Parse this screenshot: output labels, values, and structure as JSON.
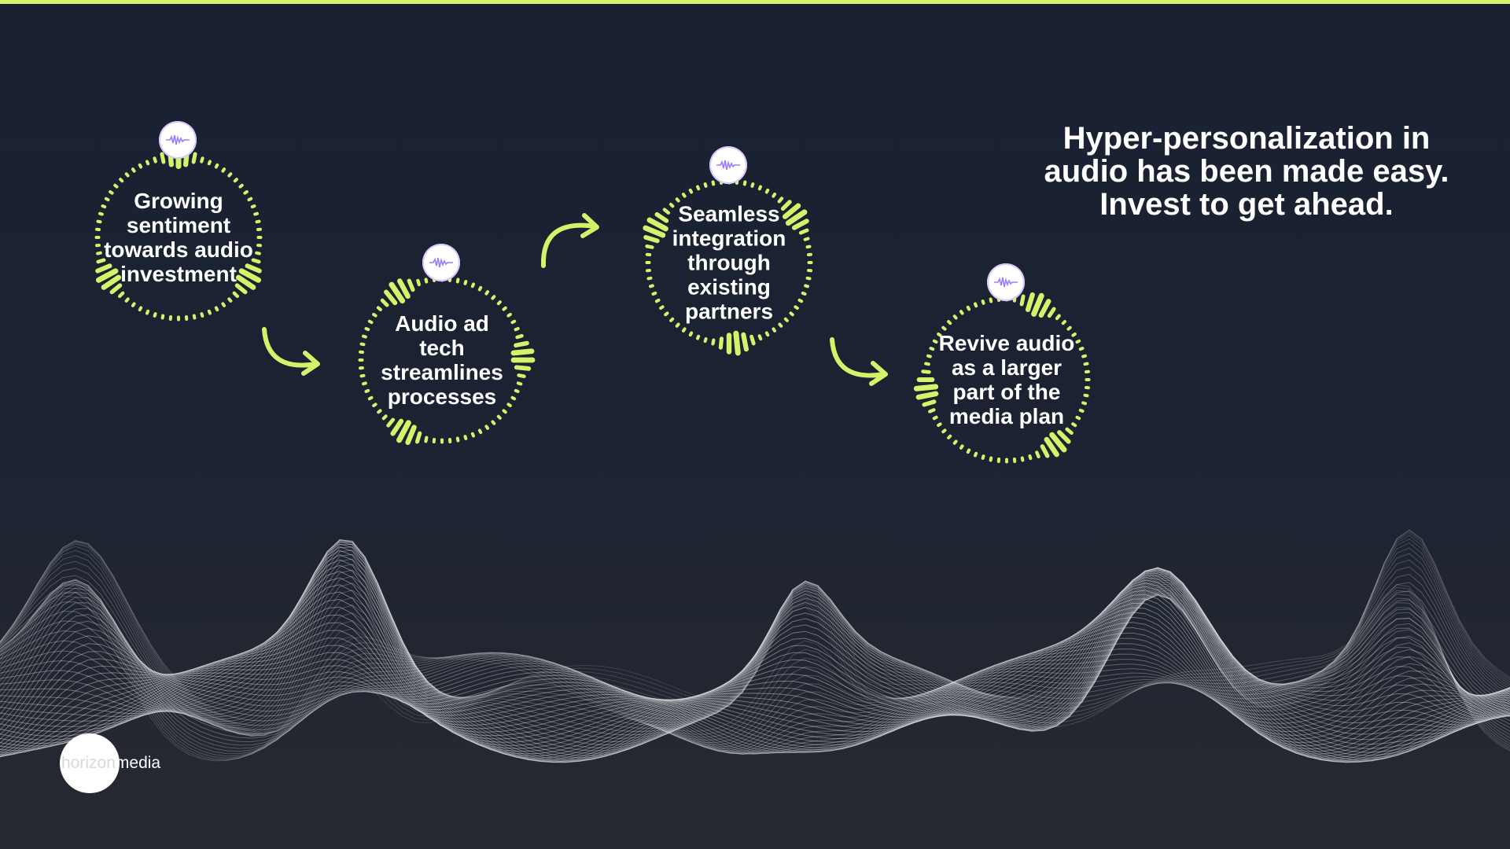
{
  "accent_color": "#d4f26a",
  "headline": {
    "line1": "Hyper-personalization in",
    "line2": "audio has been made easy.",
    "line3": "Invest to get ahead."
  },
  "steps": [
    {
      "lines": [
        "Growing",
        "sentiment",
        "towards audio",
        "investment"
      ],
      "icon": "sound-wave-icon"
    },
    {
      "lines": [
        "Audio ad",
        "tech",
        "streamlines",
        "processes"
      ],
      "icon": "sound-wave-icon"
    },
    {
      "lines": [
        "Seamless",
        "integration",
        "through",
        "existing",
        "partners"
      ],
      "icon": "sound-wave-icon"
    },
    {
      "lines": [
        "Revive audio",
        "as a larger",
        "part of the",
        "media plan"
      ],
      "icon": "sound-wave-icon"
    }
  ],
  "arrows": [
    "curved-arrow-icon",
    "curved-arrow-icon",
    "curved-arrow-icon"
  ],
  "logo": {
    "word1": "horizon",
    "word2": "media"
  }
}
